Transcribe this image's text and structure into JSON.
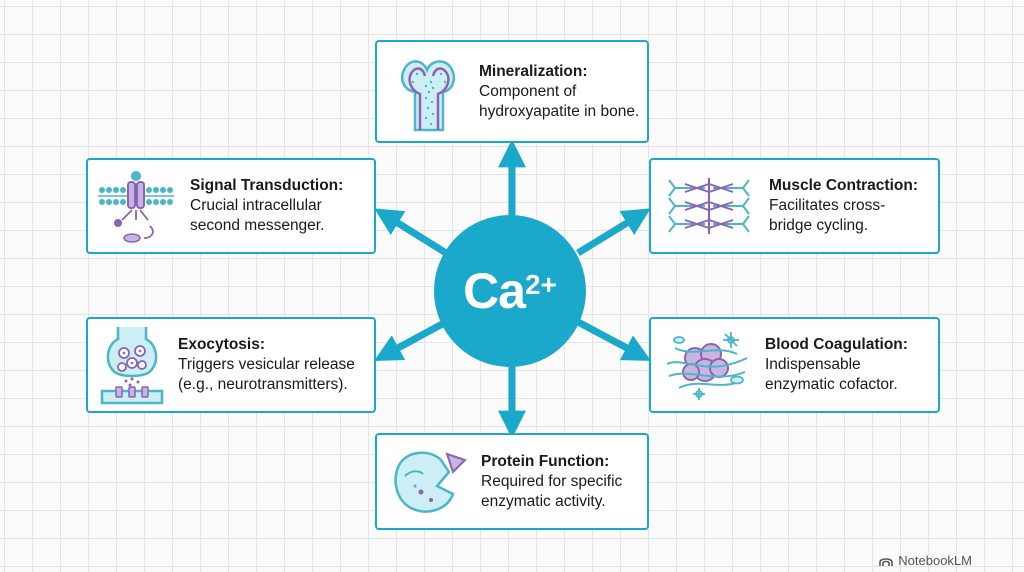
{
  "hub": {
    "symbol": "Ca",
    "charge": "2+"
  },
  "cards": {
    "mineralization": {
      "title": "Mineralization:",
      "lines": [
        "Component of",
        "hydroxyapatite in bone."
      ]
    },
    "signal": {
      "title": "Signal Transduction:",
      "lines": [
        "Crucial intracellular",
        "second messenger."
      ]
    },
    "muscle": {
      "title": "Muscle Contraction:",
      "lines": [
        "Facilitates cross-",
        "bridge cycling."
      ]
    },
    "exocytosis": {
      "title": "Exocytosis:",
      "lines": [
        "Triggers vesicular release",
        "(e.g., neurotransmitters)."
      ]
    },
    "blood": {
      "title": "Blood Coagulation:",
      "lines": [
        "Indispensable",
        "enzymatic cofactor."
      ]
    },
    "protein": {
      "title": "Protein Function:",
      "lines": [
        "Required for specific",
        "enzymatic activity."
      ]
    }
  },
  "icons": {
    "mineralization": "bone-icon",
    "signal": "membrane-receptor-icon",
    "muscle": "sarcomere-icon",
    "exocytosis": "synapse-icon",
    "blood": "blood-clot-icon",
    "protein": "enzyme-icon"
  },
  "colors": {
    "accent": "#1ba9cb",
    "icon_purple": "#8a63b3",
    "icon_teal": "#4ab7c8"
  },
  "watermark": {
    "label": "NotebookLM",
    "icon": "notebooklm-logo-icon"
  }
}
